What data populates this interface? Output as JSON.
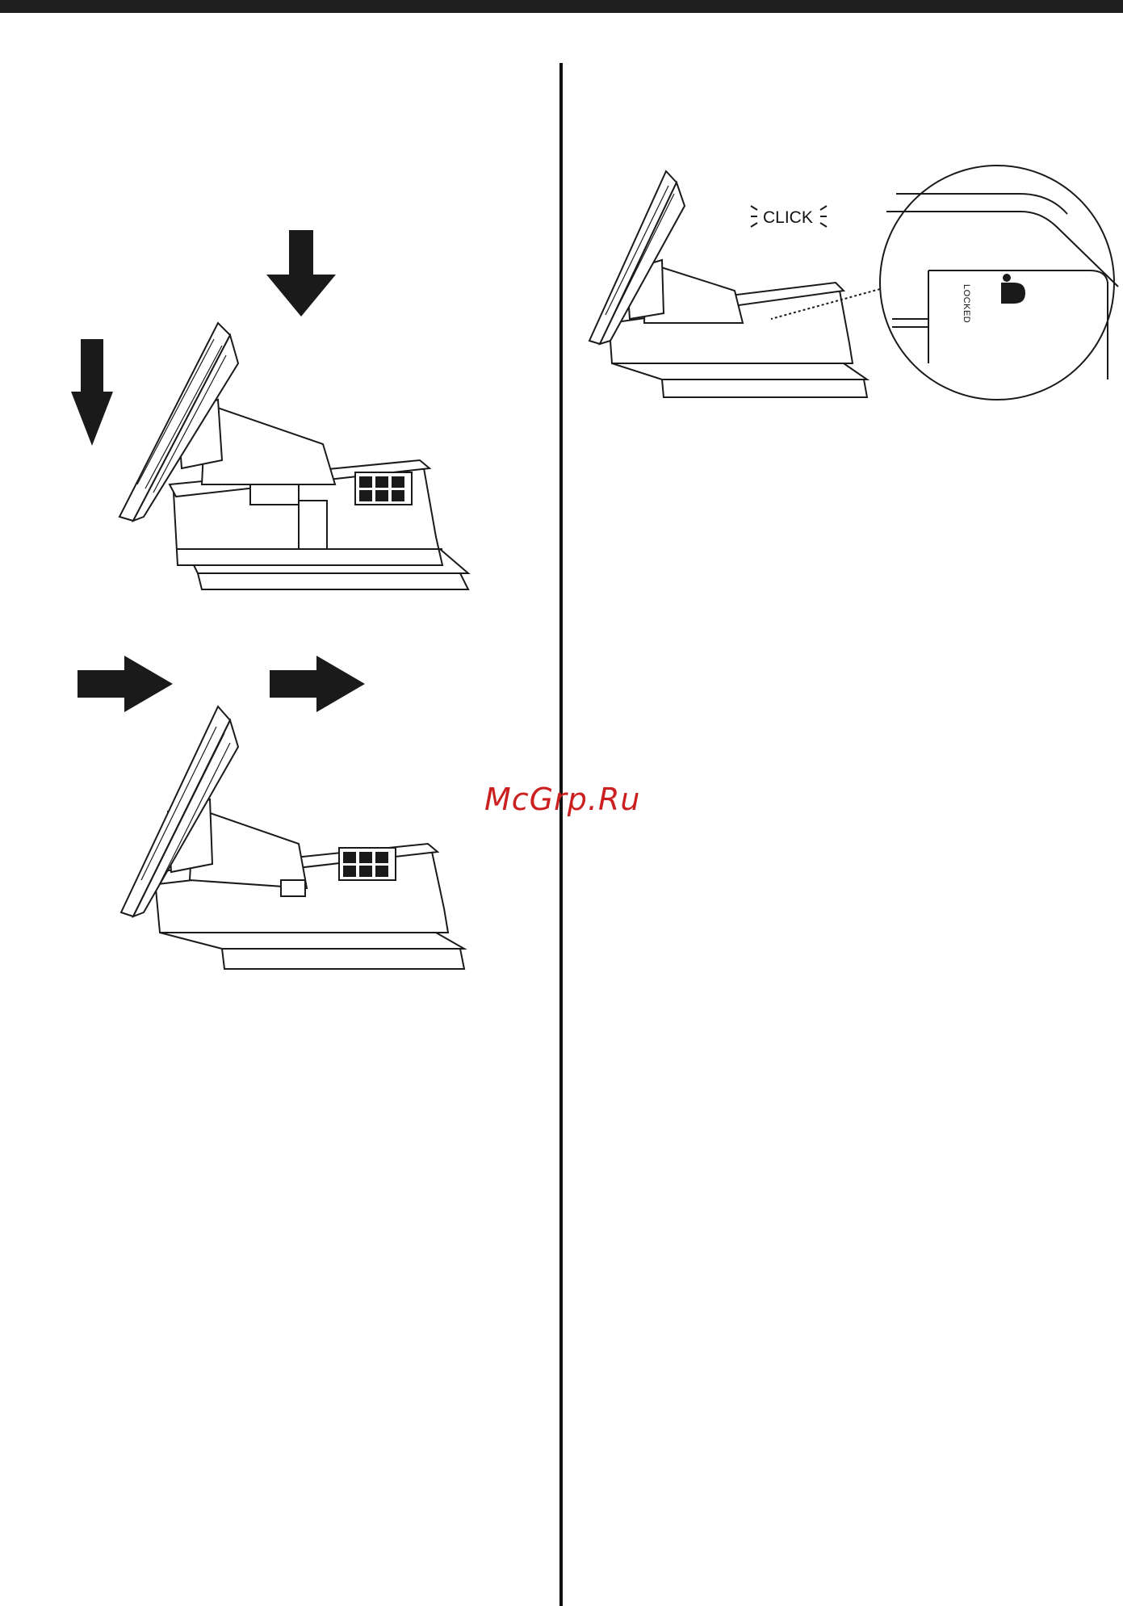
{
  "page": {
    "watermark_text": "McGrp.Ru",
    "watermark_color": "#cc1f1f",
    "bar_color": "#1e1e1e"
  },
  "figures": {
    "figure_1": {
      "name": "stand-push-down-illustration",
      "arrows": [
        "down-arrow-icon",
        "down-arrow-icon"
      ]
    },
    "figure_2": {
      "name": "stand-slide-right-illustration",
      "arrows": [
        "right-arrow-icon",
        "right-arrow-icon"
      ]
    },
    "figure_3": {
      "name": "stand-locked-illustration",
      "click_text": "CLICK",
      "locked_text": "LOCKED"
    }
  }
}
